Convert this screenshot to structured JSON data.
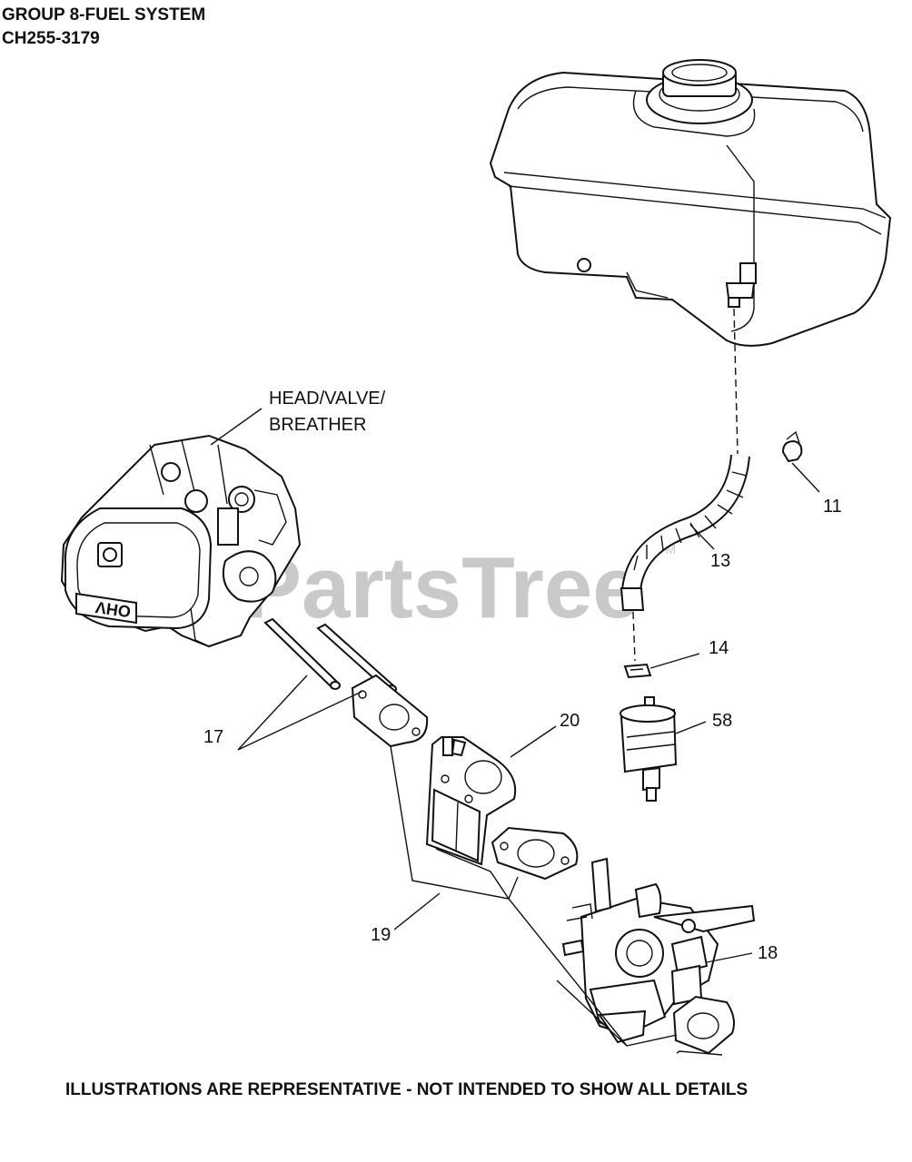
{
  "header": {
    "group_title": "GROUP 8-FUEL SYSTEM",
    "model_code": "CH255-3179"
  },
  "watermark": {
    "text": "PartsTree",
    "trademark": "TM"
  },
  "callouts": {
    "head_valve_line1": "HEAD/VALVE/",
    "head_valve_line2": "BREATHER",
    "c11": "11",
    "c13": "13",
    "c14": "14",
    "c17": "17",
    "c18": "18",
    "c19": "19",
    "c20": "20",
    "c58": "58"
  },
  "engine_cover": {
    "emboss_text": "OHV"
  },
  "footer": {
    "disclaimer": "ILLUSTRATIONS ARE REPRESENTATIVE - NOT INTENDED TO SHOW ALL DETAILS"
  }
}
